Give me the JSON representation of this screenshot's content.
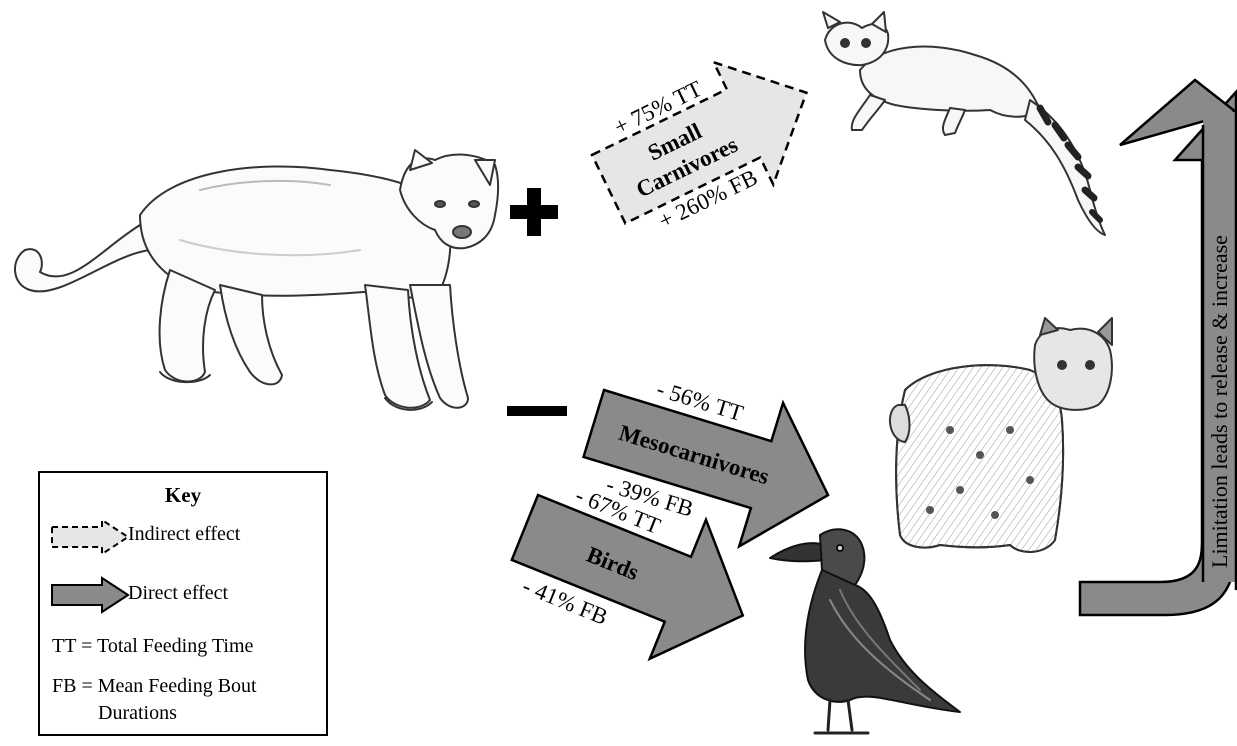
{
  "effects": {
    "positive_sign": "+",
    "negative_sign": "−"
  },
  "arrows": {
    "small_carnivores": {
      "title_line1": "Small",
      "title_line2": "Carnivores",
      "tt": "+ 75% TT",
      "fb": "+ 260% FB",
      "effect": "indirect"
    },
    "mesocarnivores": {
      "title": "Mesocarnivores",
      "tt": "- 56% TT",
      "fb": "- 39% FB",
      "effect": "direct"
    },
    "birds": {
      "title": "Birds",
      "tt": "- 67% TT",
      "fb": "- 41% FB",
      "effect": "direct"
    }
  },
  "feedback_label": "Limitation leads to release & increase",
  "animals": [
    "cougar",
    "ringtail",
    "bobcat",
    "raven"
  ],
  "key": {
    "title": "Key",
    "indirect_label": "Indirect effect",
    "direct_label": "Direct effect",
    "tt_abbr": "TT",
    "tt_def": "= Total Feeding Time",
    "fb_abbr": "FB",
    "fb_def_line1": "= Mean Feeding Bout",
    "fb_def_line2": "Durations"
  },
  "colors": {
    "direct_fill": "#8a8a8a",
    "indirect_fill": "#e6e6e6",
    "outline": "#000000"
  }
}
